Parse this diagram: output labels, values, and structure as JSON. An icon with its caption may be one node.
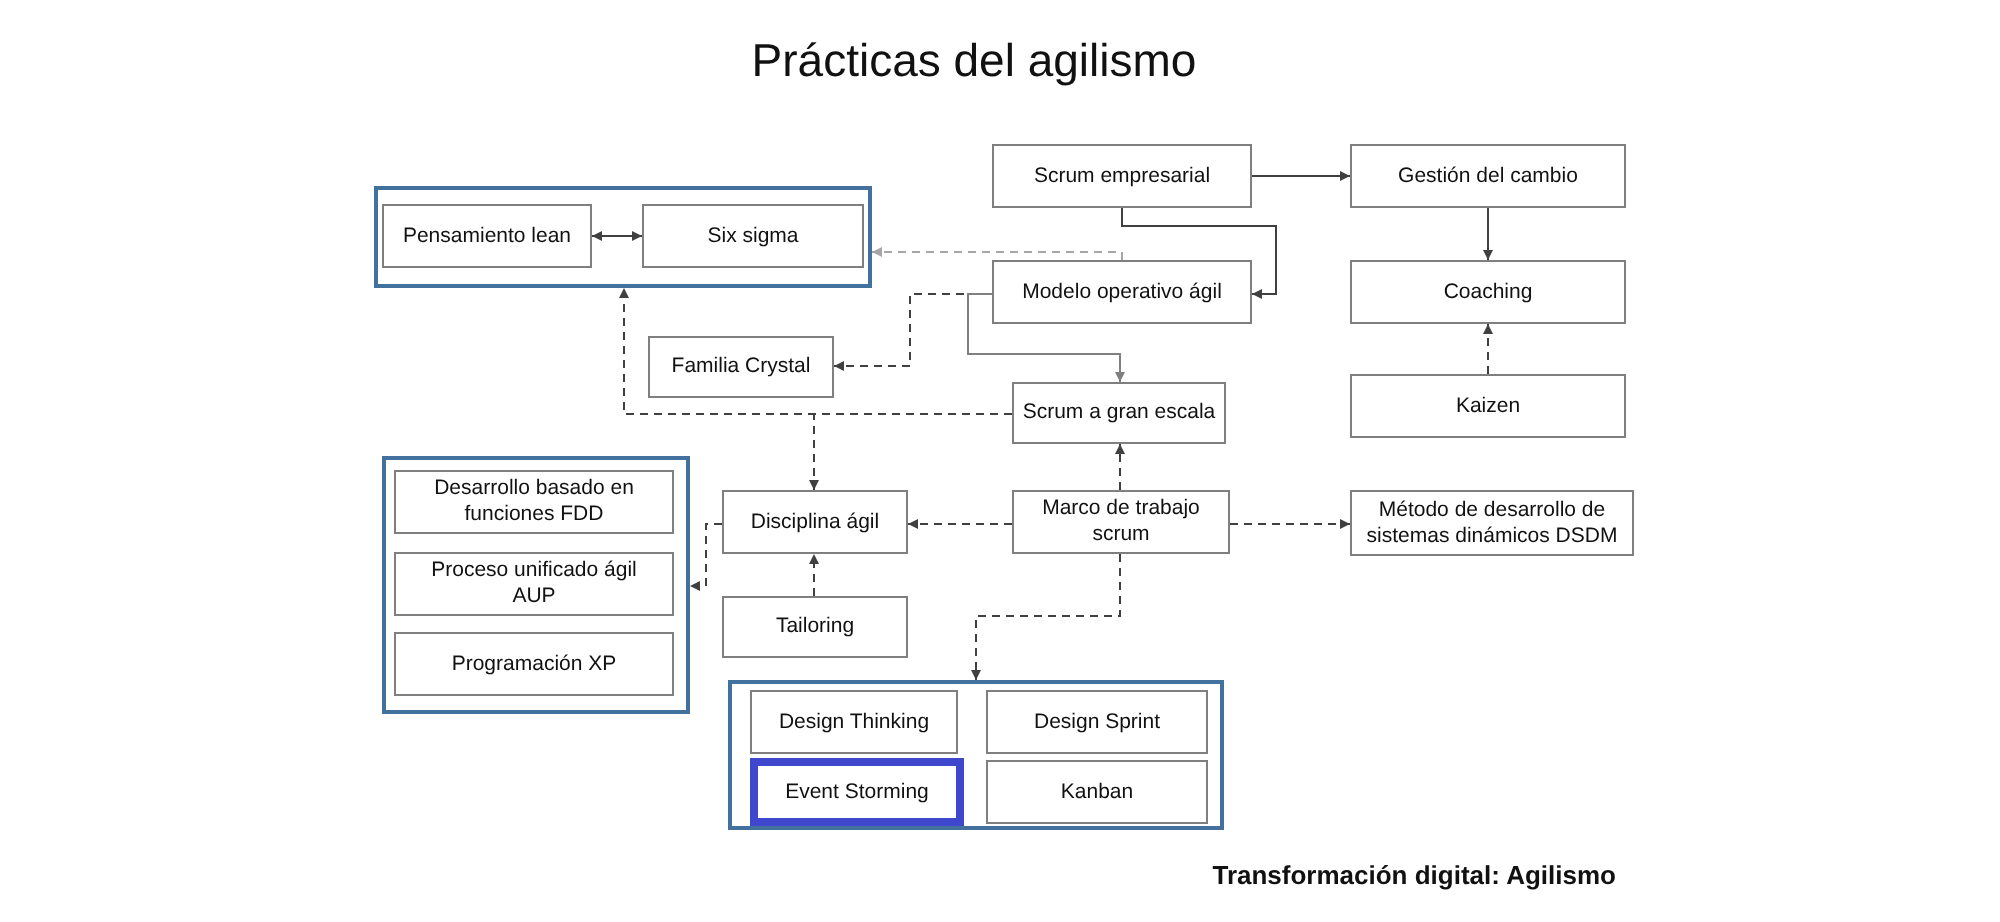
{
  "diagram": {
    "title": "Prácticas del agilismo",
    "nodes": [
      {
        "text": [],
        "shape": "box"
      },
      {
        "text": [
          "Pensamiento lean"
        ],
        "in": 0
      },
      {
        "text": [
          "Six sigma"
        ],
        "in": 0
      },
      {
        "text": [
          "Scrum empresarial"
        ]
      },
      {
        "text": [
          "Gestión del cambio"
        ]
      },
      {
        "text": [
          "Modelo operativo ágil"
        ]
      },
      {
        "text": [
          "Coaching"
        ]
      },
      {
        "text": [
          "Familia Crystal"
        ]
      },
      {
        "text": [
          "Scrum a gran escala"
        ]
      },
      {
        "text": [
          "Kaizen"
        ]
      },
      {
        "text": [],
        "shape": "box"
      },
      {
        "text": [
          "Desarrollo basado en funciones FDD"
        ],
        "in": 10
      },
      {
        "text": [
          "Proceso unificado ágil AUP"
        ],
        "in": 10
      },
      {
        "text": [
          "Programación XP"
        ],
        "in": 10
      },
      {
        "text": [
          "Disciplina ágil"
        ]
      },
      {
        "text": [
          "Marco de trabajo scrum"
        ]
      },
      {
        "text": [
          "Método de desarrollo de sistemas dinámicos DSDM"
        ]
      },
      {
        "text": [
          "Tailoring"
        ]
      },
      {
        "text": [],
        "shape": "box"
      },
      {
        "text": [
          "Design Thinking"
        ],
        "in": 18
      },
      {
        "text": [
          "Design Sprint"
        ],
        "in": 18
      },
      {
        "text": [
          "Event Storming"
        ],
        "in": 18
      },
      {
        "text": [
          "Kanban"
        ],
        "in": 18
      }
    ],
    "edges": [
      {
        "from": 1,
        "to": 2,
        "arrow": "both"
      },
      {
        "from": 3,
        "to": 4,
        "arrow": "to"
      },
      {
        "from": 3,
        "to": 5,
        "arrow": "to"
      },
      {
        "from": 5,
        "to": 0,
        "arrow": "to",
        "style": "dashed",
        "color": "#a6a6a6"
      },
      {
        "from": 4,
        "to": 6,
        "arrow": "to"
      },
      {
        "from": 5,
        "to": 7,
        "arrow": "to",
        "style": "dashed"
      },
      {
        "from": 5,
        "to": 8,
        "arrow": "to",
        "color": "#808080"
      },
      {
        "from": 9,
        "to": 6,
        "arrow": "to",
        "style": "dashed"
      },
      {
        "from": 8,
        "to": 0,
        "arrow": "to",
        "style": "dashed"
      },
      {
        "from": 8,
        "to": 14,
        "arrow": "to",
        "style": "dashed"
      },
      {
        "from": 15,
        "to": 8,
        "arrow": "to",
        "style": "dashed"
      },
      {
        "from": 15,
        "to": 14,
        "arrow": "to",
        "style": "dashed"
      },
      {
        "from": 15,
        "to": 16,
        "arrow": "to",
        "style": "dashed"
      },
      {
        "from": 17,
        "to": 14,
        "arrow": "to",
        "style": "dashed"
      },
      {
        "from": 14,
        "to": 10,
        "arrow": "to",
        "style": "dashed"
      },
      {
        "from": 15,
        "to": 18,
        "arrow": "to",
        "style": "dashed"
      }
    ],
    "caption": "Transformación digital: Agilismo"
  }
}
